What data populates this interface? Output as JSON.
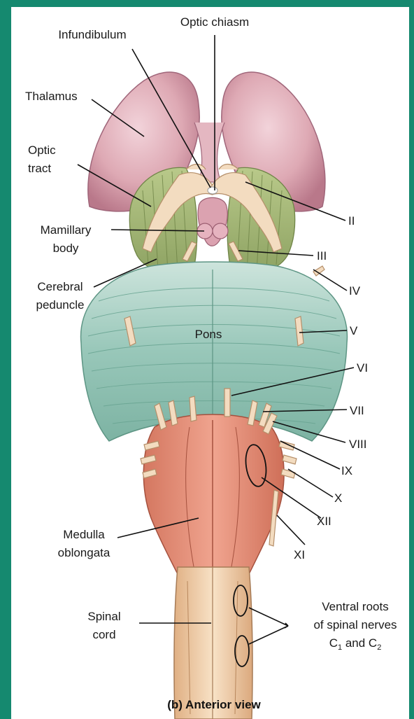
{
  "labels": {
    "optic_chiasm": "Optic chiasm",
    "infundibulum": "Infundibulum",
    "thalamus": "Thalamus",
    "optic_tract_1": "Optic",
    "optic_tract_2": "tract",
    "mamillary_1": "Mamillary",
    "mamillary_2": "body",
    "cerebral_1": "Cerebral",
    "cerebral_2": "peduncle",
    "pons": "Pons",
    "medulla_1": "Medulla",
    "medulla_2": "oblongata",
    "spinal_1": "Spinal",
    "spinal_2": "cord",
    "ventral_1": "Ventral roots",
    "ventral_2": "of spinal nerves",
    "ventral_3_c1": "C",
    "ventral_3_sub1": "1",
    "ventral_3_and": " and C",
    "ventral_3_sub2": "2"
  },
  "cranial_nerves": {
    "ii": "II",
    "iii": "III",
    "iv": "IV",
    "v": "V",
    "vi": "VI",
    "vii": "VII",
    "viii": "VIII",
    "ix": "IX",
    "x": "X",
    "xii": "XII",
    "xi": "XI"
  },
  "caption": "(b) Anterior view"
}
